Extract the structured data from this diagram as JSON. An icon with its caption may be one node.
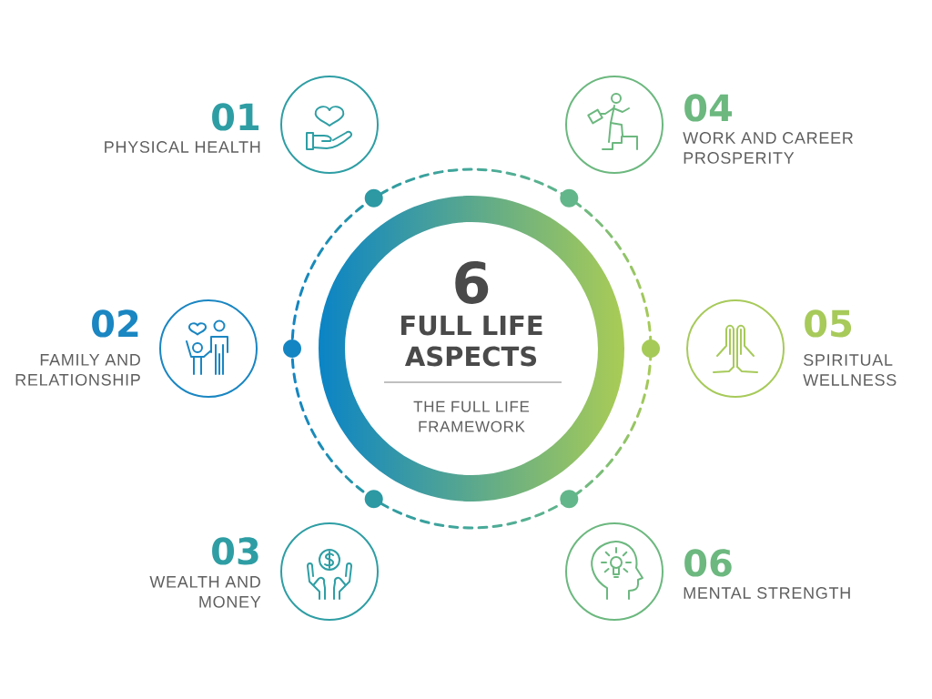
{
  "diagram": {
    "nodes": [
      {
        "text": [
          "6",
          "FULL LIFE ASPECTS",
          "THE FULL LIFE FRAMEWORK"
        ]
      },
      {
        "text": [
          "01",
          "PHYSICAL HEALTH"
        ]
      },
      {
        "text": [
          "02",
          "FAMILY AND RELATIONSHIP"
        ]
      },
      {
        "text": [
          "03",
          "WEALTH AND MONEY"
        ]
      },
      {
        "text": [
          "04",
          "WORK AND CAREER PROSPERITY"
        ]
      },
      {
        "text": [
          "05",
          "SPIRITUAL WELLNESS"
        ]
      },
      {
        "text": [
          "06",
          "MENTAL STRENGTH"
        ]
      }
    ]
  }
}
